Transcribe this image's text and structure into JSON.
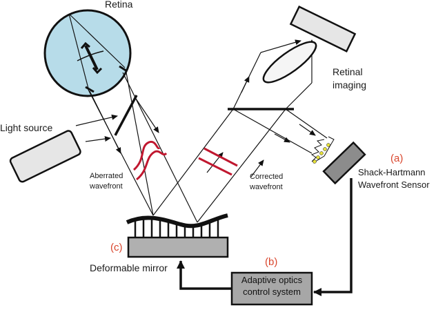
{
  "colors": {
    "retina_fill": "#b7dce9",
    "device_fill": "#e6e6e6",
    "sensor_fill": "#8c8c8c",
    "mirror_base_fill": "#b0b0b0",
    "control_box_fill": "#a7a7a7",
    "wavefront_red": "#c0172f",
    "marker_red": "#d9452c",
    "lenslet_yellow": "#e8e23a",
    "line_black": "#111111"
  },
  "labels": {
    "retina": "Retina",
    "retinal_imaging": [
      "Retinal",
      "imaging"
    ],
    "light_source": "Light source",
    "aberrated_wavefront": [
      "Aberrated",
      "wavefront"
    ],
    "corrected_wavefront": [
      "Corrected",
      "wavefront"
    ],
    "sensor": [
      "Shack-Hartmann",
      "Wavefront Sensor"
    ],
    "deformable_mirror": "Deformable mirror",
    "control_system": [
      "Adaptive optics",
      "control system"
    ],
    "marker_a": "(a)",
    "marker_b": "(b)",
    "marker_c": "(c)"
  }
}
